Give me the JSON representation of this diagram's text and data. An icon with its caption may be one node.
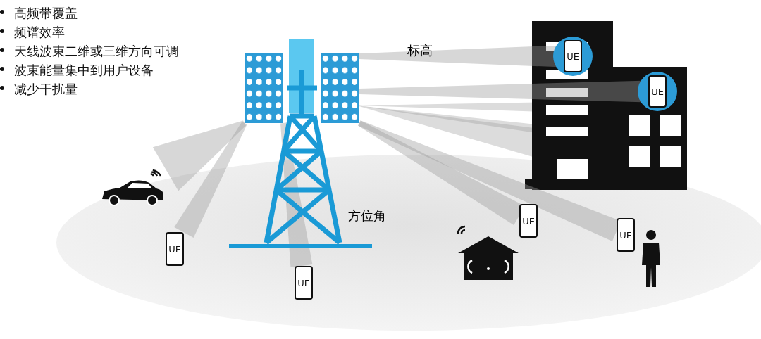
{
  "diagram": {
    "nodes": [
      {
        "text": [],
        "shape": "box"
      },
      {
        "text": [],
        "shape": "box"
      },
      {
        "text": [
          "UE"
        ]
      },
      {
        "text": [
          "UE"
        ]
      },
      {
        "text": [],
        "shape": "picture"
      },
      {
        "text": [
          "UE"
        ]
      },
      {
        "text": [
          "UE"
        ]
      },
      {
        "text": [],
        "shape": "picture"
      },
      {
        "text": [],
        "shape": "person"
      },
      {
        "text": [
          "UE"
        ]
      },
      {
        "text": [
          "UE"
        ]
      }
    ],
    "edges": [
      {
        "from": 0,
        "to": 4,
        "arrow": "none"
      },
      {
        "from": 0,
        "to": 9,
        "arrow": "none"
      },
      {
        "from": 0,
        "to": 10,
        "arrow": "none"
      },
      {
        "from": 1,
        "to": 2,
        "arrow": "none"
      },
      {
        "from": 1,
        "to": 3,
        "arrow": "none"
      },
      {
        "from": 1,
        "to": 5,
        "arrow": "none"
      },
      {
        "from": 1,
        "to": 6,
        "arrow": "none"
      }
    ],
    "labels": [
      "高频带覆盖",
      "频谱效率",
      "天线波束二维或三维方向可调",
      "波束能量集中到用户设备",
      "减少干扰量",
      "标高",
      "方位角"
    ]
  }
}
